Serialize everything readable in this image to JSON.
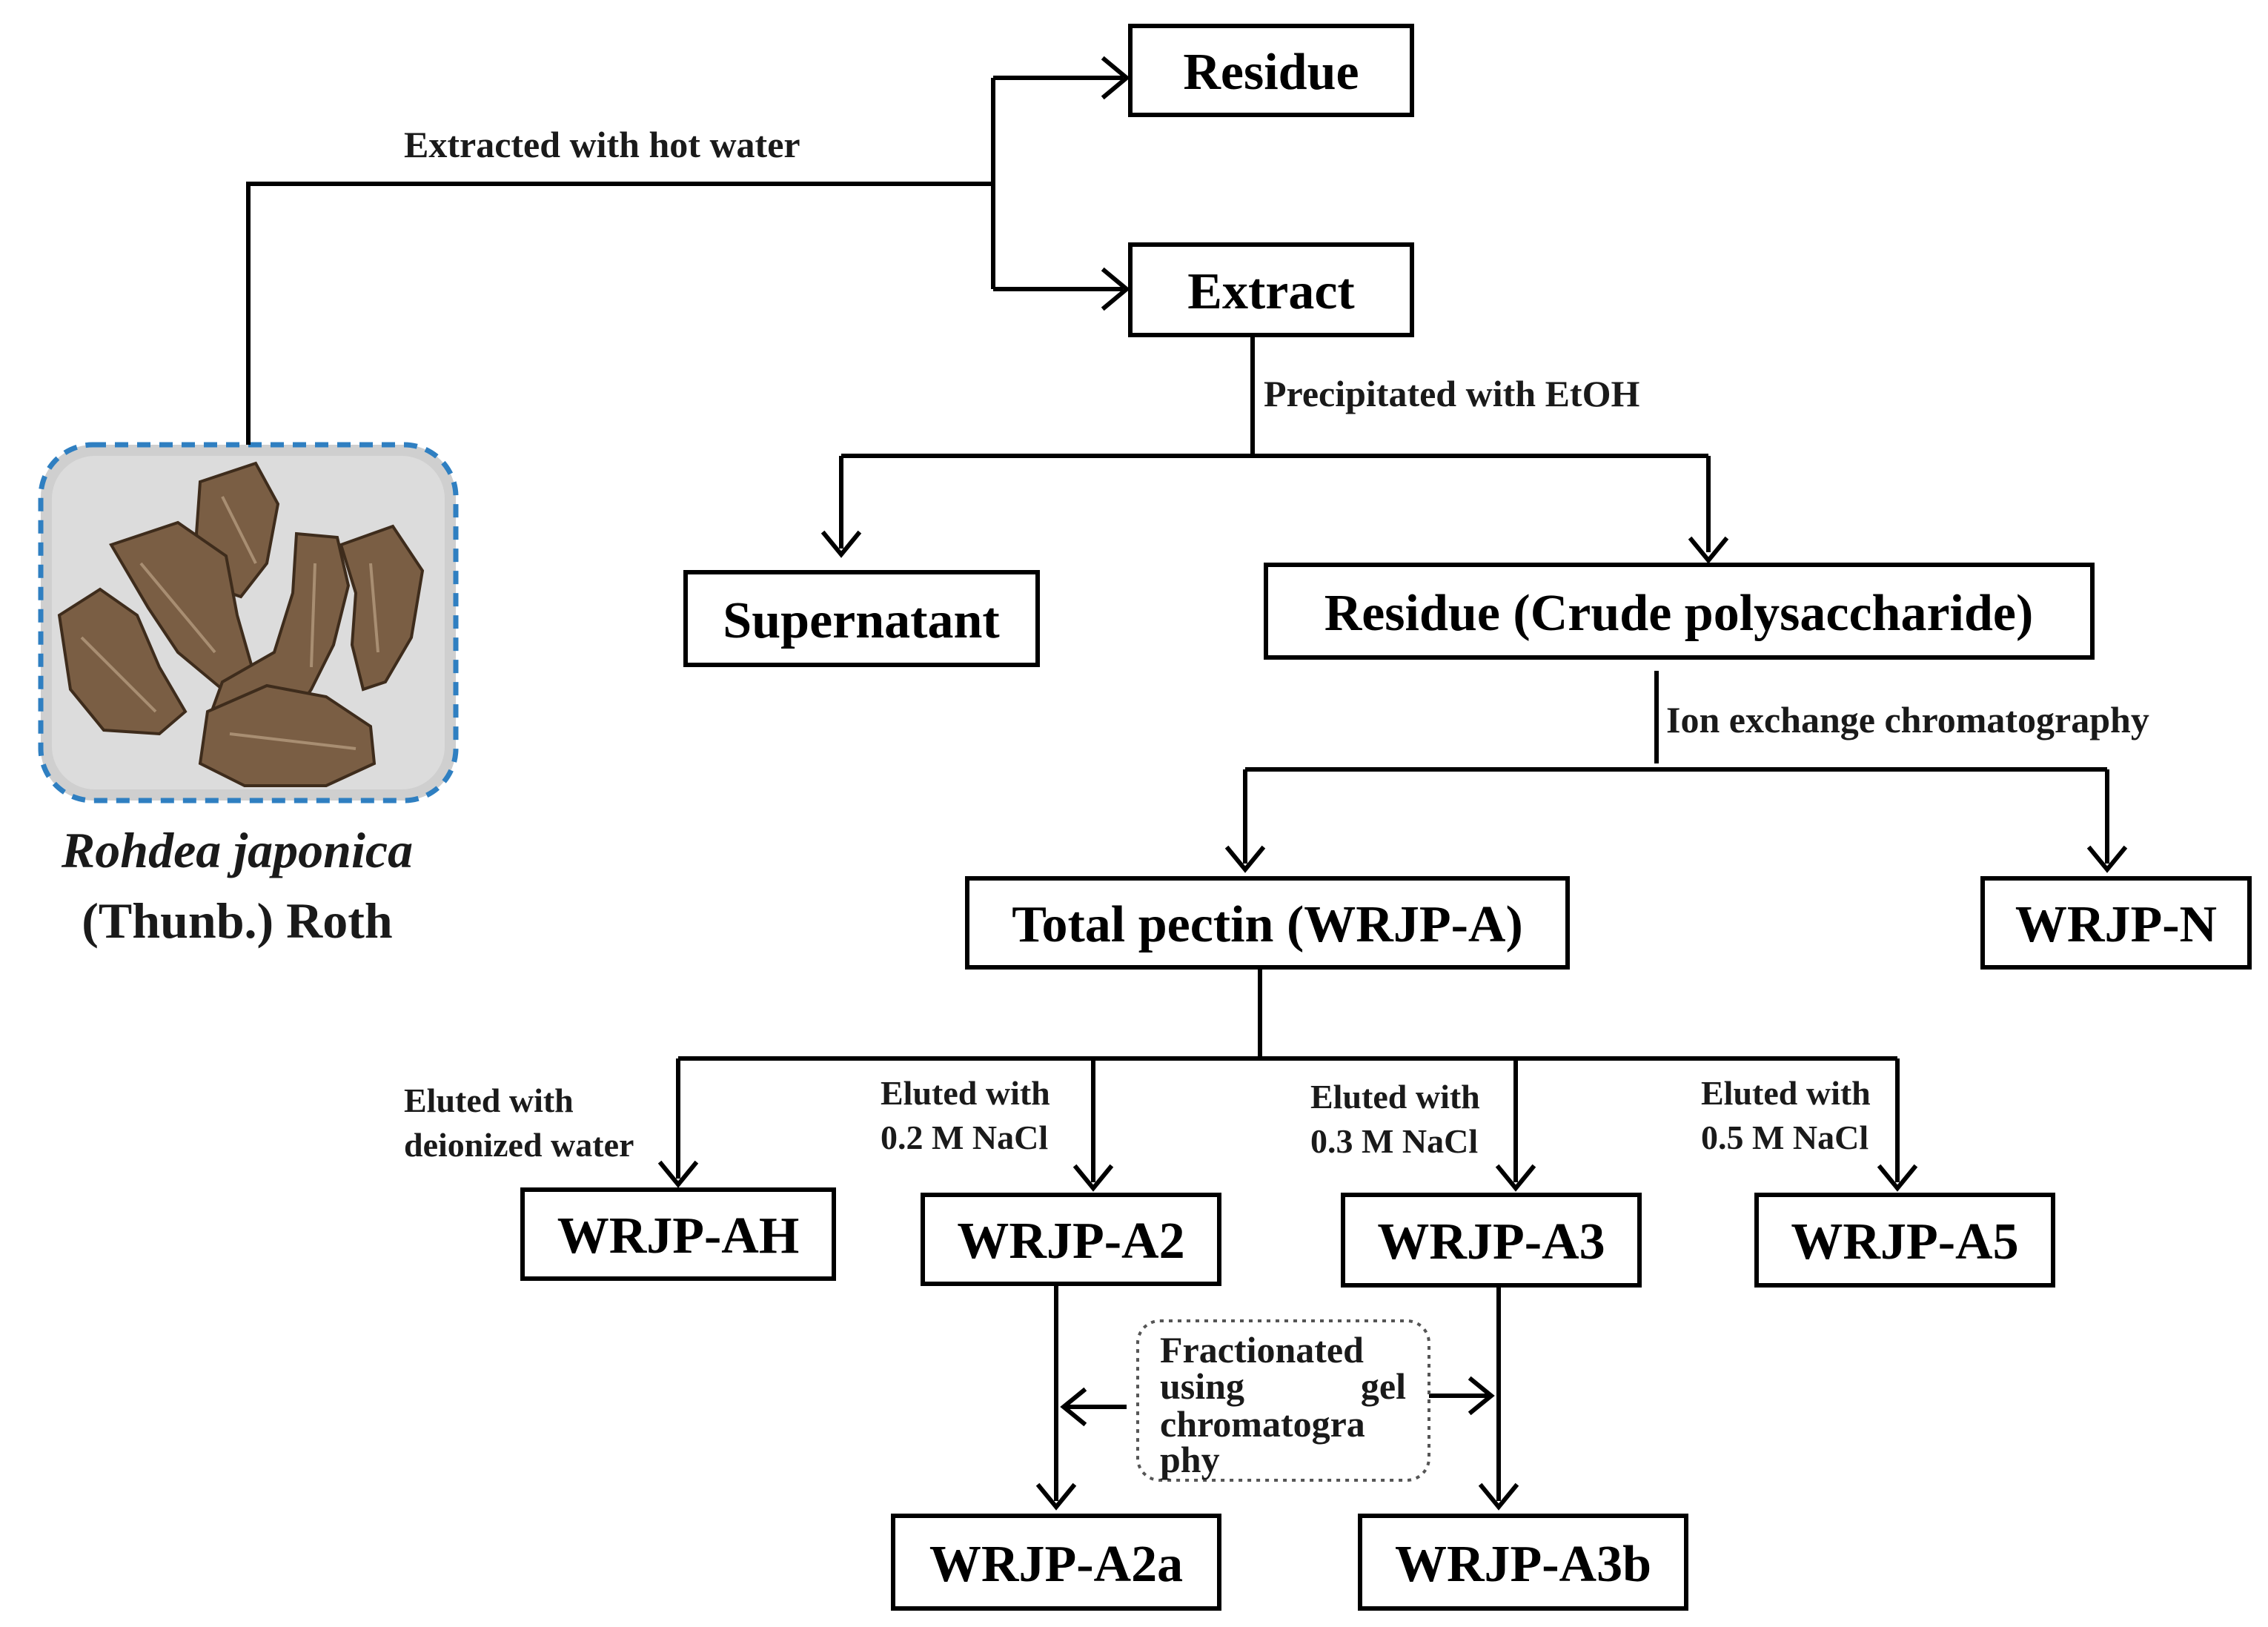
{
  "plant": {
    "name_italic": "Rohdea japonica",
    "authority": "(Thunb.) Roth"
  },
  "steps": {
    "hot_water": "Extracted with hot water",
    "etoh": "Precipitated with EtOH",
    "ion_exchange": "Ion exchange chromatography",
    "water": [
      "Eluted with",
      "deionized water"
    ],
    "nacl_02": [
      "Eluted with",
      "0.2 M NaCl"
    ],
    "nacl_03": [
      "Eluted with",
      "0.3 M NaCl"
    ],
    "nacl_05": [
      "Eluted with",
      "0.5 M NaCl"
    ],
    "gel": [
      "Fractionated",
      "using",
      "gel",
      "chromatogra",
      "phy"
    ]
  },
  "boxes": {
    "residue_top": "Residue",
    "extract": "Extract",
    "supernatant": "Supernatant",
    "crude": "Residue (Crude polysaccharide)",
    "total_pectin": "Total pectin (WRJP-A)",
    "wrjp_n": "WRJP-N",
    "wrjp_ah": "WRJP-AH",
    "wrjp_a2": "WRJP-A2",
    "wrjp_a3": "WRJP-A3",
    "wrjp_a5": "WRJP-A5",
    "wrjp_a2a": "WRJP-A2a",
    "wrjp_a3b": "WRJP-A3b"
  },
  "colors": {
    "photo_border": "#2f7fc1",
    "photo_bg": "#cfcfcf",
    "root_brown": "#7a5e44"
  }
}
